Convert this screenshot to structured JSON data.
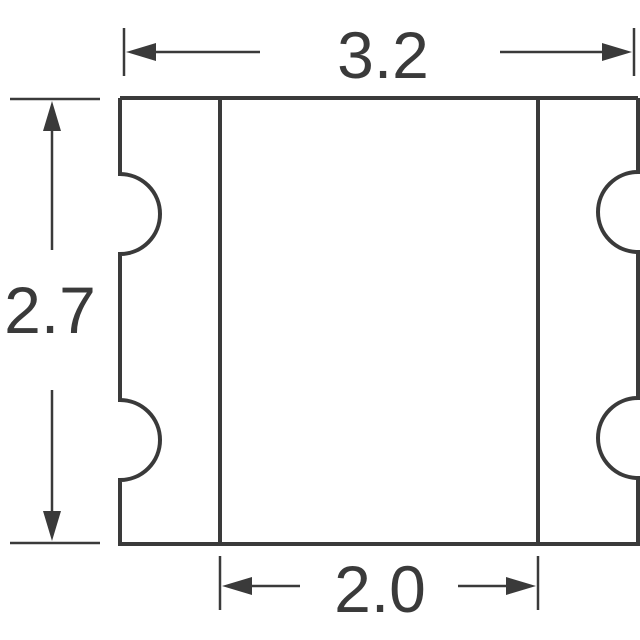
{
  "dimensions": {
    "total_width": "3.2",
    "total_height": "2.7",
    "inner_width": "2.0"
  },
  "colors": {
    "stroke": "#3a3a3a",
    "background": "#ffffff"
  }
}
